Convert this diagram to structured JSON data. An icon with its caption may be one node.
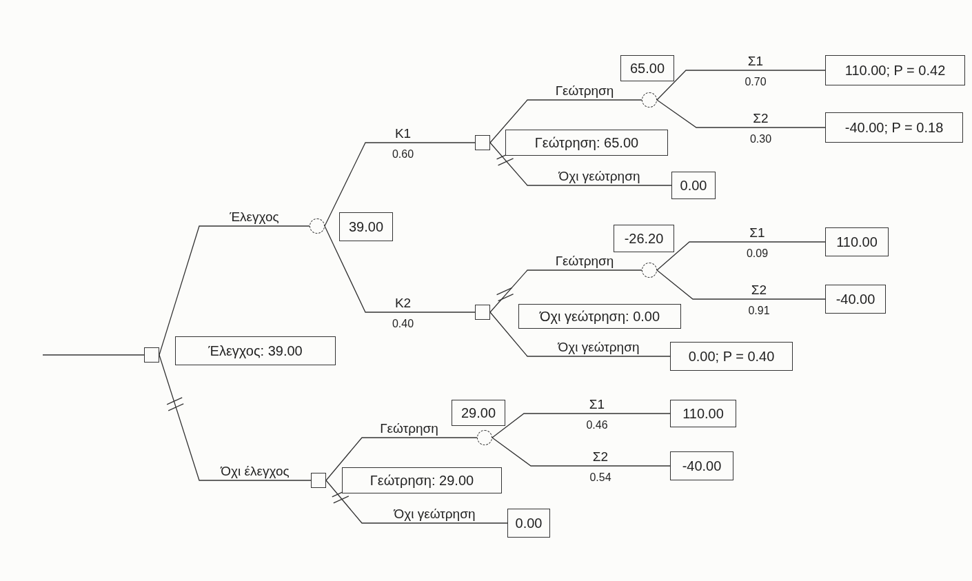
{
  "diagram": {
    "nodes": [
      {
        "text": [],
        "shape": "box"
      },
      {
        "text": [
          "Έλεγχος: 39.00"
        ]
      },
      {
        "text": [],
        "shape": "circle"
      },
      {
        "text": [
          "39.00"
        ]
      },
      {
        "text": [],
        "shape": "box"
      },
      {
        "text": [
          "Γεώτρηση: 65.00"
        ]
      },
      {
        "text": [],
        "shape": "circle"
      },
      {
        "text": [
          "65.00"
        ]
      },
      {
        "text": [
          "110.00; P = 0.42"
        ]
      },
      {
        "text": [
          "-40.00; P = 0.18"
        ]
      },
      {
        "text": [
          "0.00"
        ]
      },
      {
        "text": [],
        "shape": "box"
      },
      {
        "text": [
          "Όχι γεώτρηση: 0.00"
        ]
      },
      {
        "text": [],
        "shape": "circle"
      },
      {
        "text": [
          "-26.20"
        ]
      },
      {
        "text": [
          "110.00"
        ]
      },
      {
        "text": [
          "-40.00"
        ]
      },
      {
        "text": [
          "0.00; P = 0.40"
        ]
      },
      {
        "text": [],
        "shape": "box"
      },
      {
        "text": [
          "Γεώτρηση: 29.00"
        ]
      },
      {
        "text": [],
        "shape": "circle"
      },
      {
        "text": [
          "29.00"
        ]
      },
      {
        "text": [
          "110.00"
        ]
      },
      {
        "text": [
          "-40.00"
        ]
      },
      {
        "text": [
          "0.00"
        ]
      }
    ],
    "edges": [
      {
        "from": null,
        "to": 0,
        "arrow": "none"
      },
      {
        "from": 0,
        "to": 2,
        "arrow": "none",
        "label": "Έλεγχος"
      },
      {
        "from": 0,
        "to": 18,
        "arrow": "none",
        "label": "Όχι έλεγχος"
      },
      {
        "from": 2,
        "to": 4,
        "arrow": "none",
        "label": "K1"
      },
      {
        "from": 2,
        "to": 11,
        "arrow": "none",
        "label": "K2"
      },
      {
        "from": 4,
        "to": 6,
        "arrow": "none",
        "label": "Γεώτρηση"
      },
      {
        "from": 4,
        "to": 10,
        "arrow": "none",
        "label": "Όχι γεώτρηση"
      },
      {
        "from": 6,
        "to": 8,
        "arrow": "none",
        "label": "Σ1"
      },
      {
        "from": 6,
        "to": 9,
        "arrow": "none",
        "label": "Σ2"
      },
      {
        "from": 11,
        "to": 13,
        "arrow": "none",
        "label": "Γεώτρηση"
      },
      {
        "from": 11,
        "to": 17,
        "arrow": "none",
        "label": "Όχι γεώτρηση"
      },
      {
        "from": 13,
        "to": 15,
        "arrow": "none",
        "label": "Σ1"
      },
      {
        "from": 13,
        "to": 16,
        "arrow": "none",
        "label": "Σ2"
      },
      {
        "from": 18,
        "to": 20,
        "arrow": "none",
        "label": "Γεώτρηση"
      },
      {
        "from": 18,
        "to": 24,
        "arrow": "none",
        "label": "Όχι γεώτρηση"
      },
      {
        "from": 20,
        "to": 22,
        "arrow": "none",
        "label": "Σ1"
      },
      {
        "from": 20,
        "to": 23,
        "arrow": "none",
        "label": "Σ2"
      }
    ],
    "labels": [
      "0.60",
      "0.40",
      "0.70",
      "0.30",
      "0.09",
      "0.91",
      "0.46",
      "0.54"
    ]
  }
}
